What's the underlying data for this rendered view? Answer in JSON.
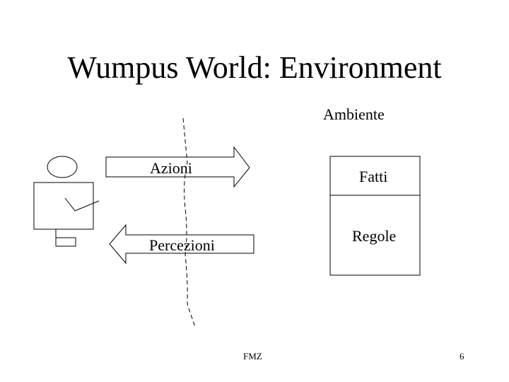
{
  "slide": {
    "title": "Wumpus World: Environment",
    "environment_label": "Ambiente",
    "actions_label": "Azioni",
    "perceptions_label": "Percezioni",
    "facts_label": "Fatti",
    "rules_label": "Regole",
    "footer_author": "FMZ",
    "page_number": "6"
  }
}
